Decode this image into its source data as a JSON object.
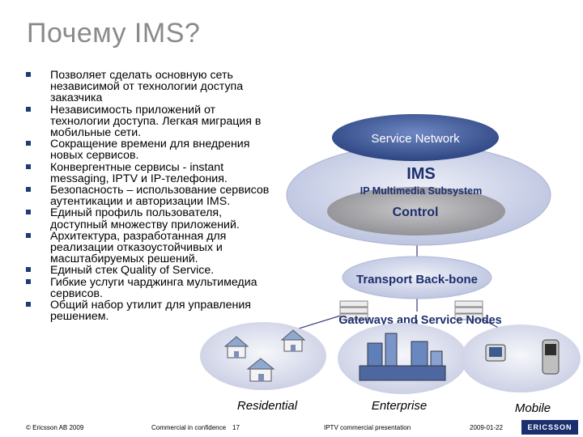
{
  "title": "Почему IMS?",
  "bullets": [
    "Позволяет сделать основную сеть независимой от технологии доступа заказчика",
    "Независимость приложений от технологии доступа. Легкая миграция в мобильные сети.",
    "Сокращение времени для внедрения новых сервисов.",
    "Конвергентные сервисы - instant messaging, IPTV и IP-телефония.",
    "Безопасность – использование сервисов аутентикации и авторизации IMS.",
    "Единый профиль пользователя, доступный множеству приложений.",
    "Архитектура, разработанная для реализации отказоустойчивых и масштабируемых решений.",
    "Единый стек Quality of Service.",
    "Гибкие услуги чарджинга мультимедиа сервисов.",
    "Общий набор утилит для управления решением."
  ],
  "diagram": {
    "service_network": "Service Network",
    "ims": "IMS",
    "ims_subtitle": "IP Multimedia Subsystem",
    "control": "Control",
    "transport": "Transport Back-bone",
    "gateways": "Gateways and Service Nodes",
    "residential": "Residential",
    "enterprise": "Enterprise",
    "mobile": "Mobile"
  },
  "colors": {
    "service_network_fill": "#3d5a99",
    "ims_fill": "#c9cfe6",
    "control_fill": "#a9a9ac",
    "transport_fill": "#c9cfe6",
    "line": "#4a4a8a"
  },
  "footer": {
    "copyright": "© Ericsson AB 2009",
    "confidentiality": "Commercial in confidence",
    "page": "17",
    "presentation": "IPTV commercial presentation",
    "date": "2009-01-22",
    "logo": "ERICSSON"
  }
}
